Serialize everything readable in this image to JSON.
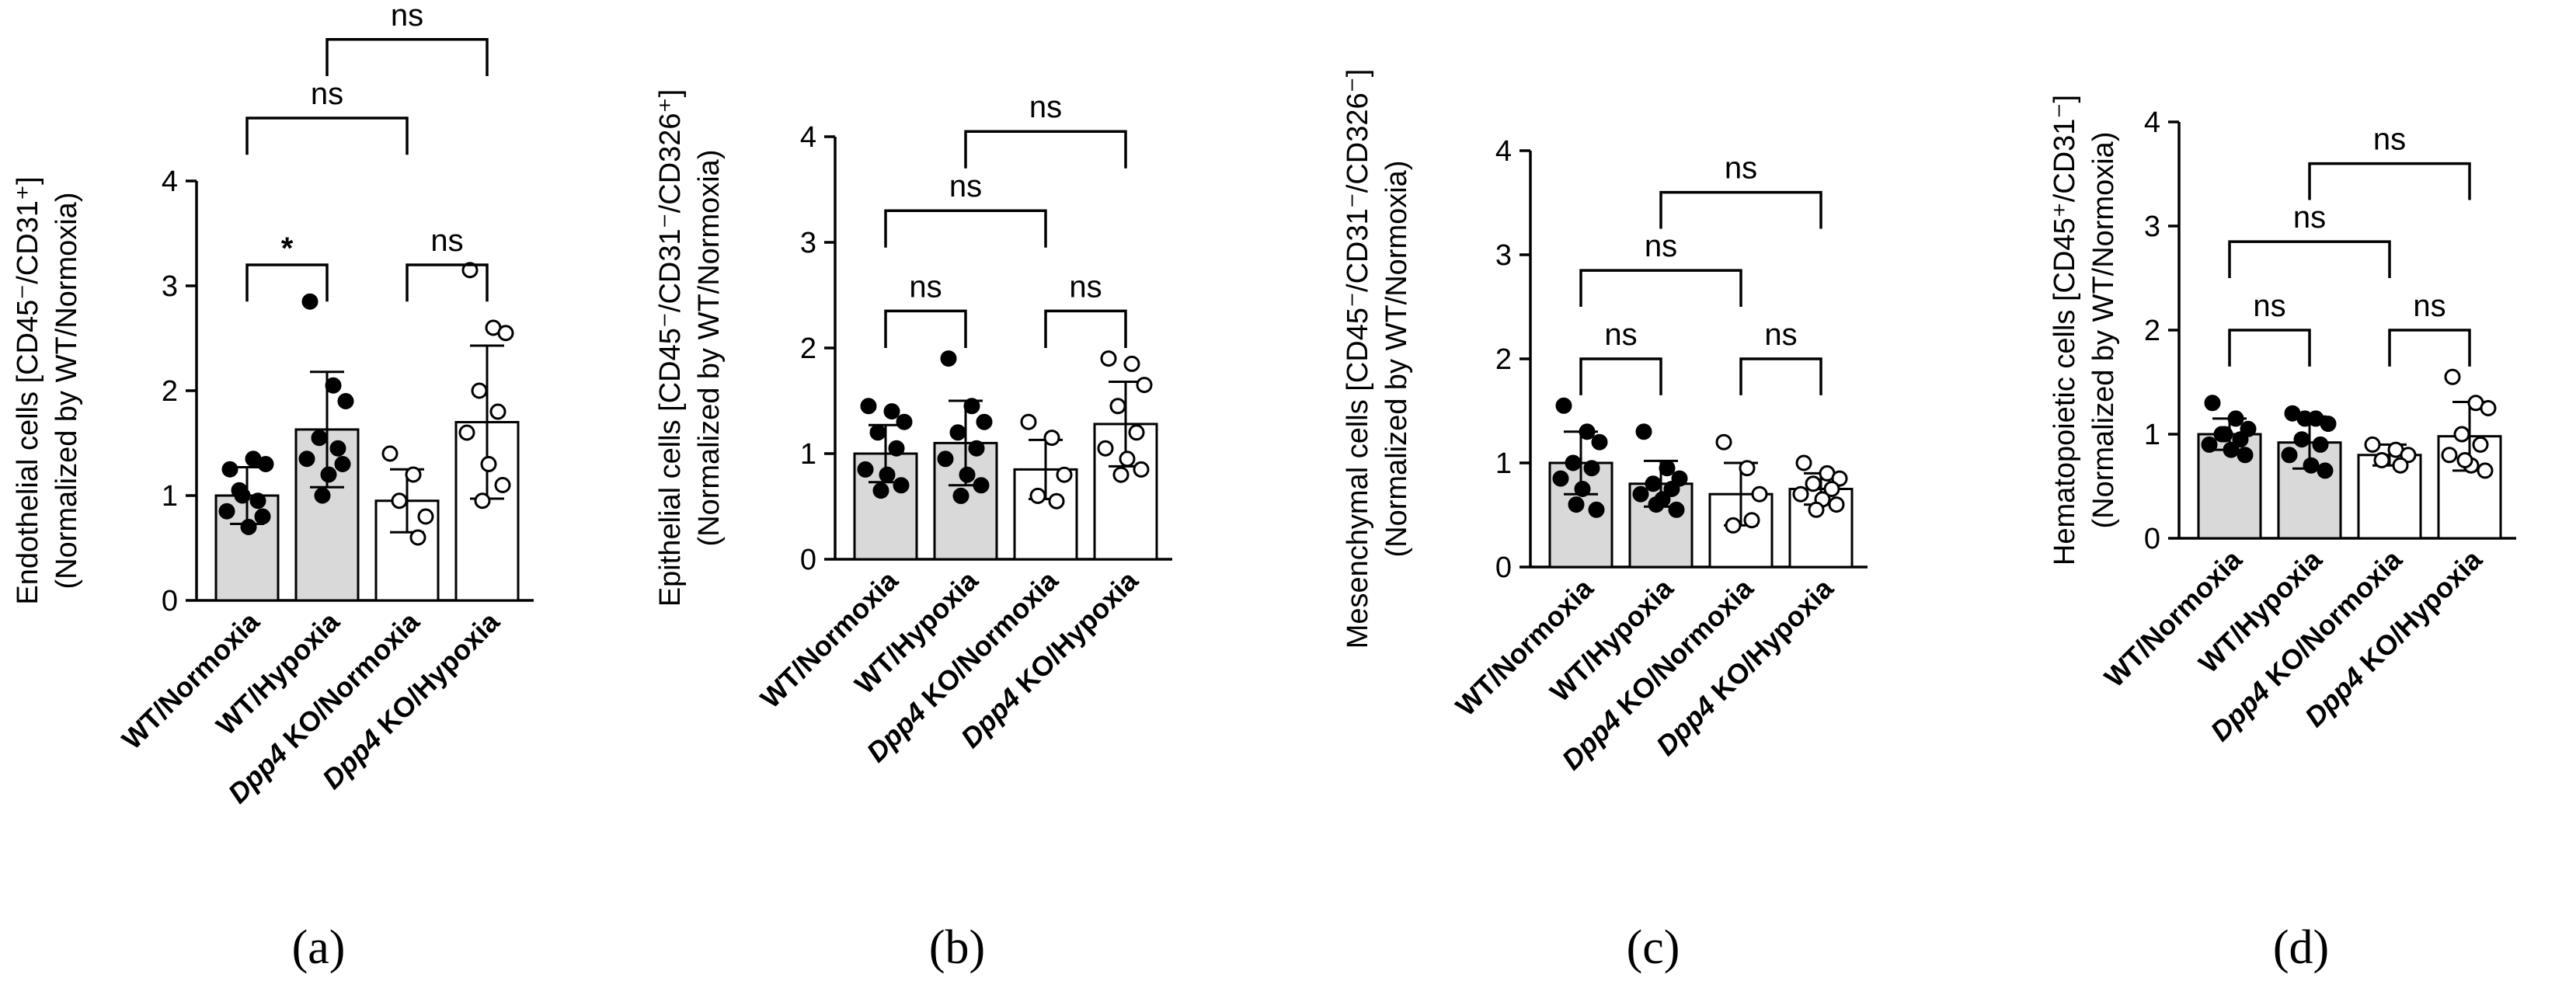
{
  "chart_data": [
    {
      "type": "bar",
      "panel": "(a)",
      "ylabel": "Endothelial cells [CD45⁻/CD31⁺]",
      "ylabel2": "(Normalized by WT/Normoxia)",
      "ylim": [
        0,
        4
      ],
      "yticks": [
        0,
        1,
        2,
        3,
        4
      ],
      "categories": [
        "WT/Normoxia",
        "WT/Hypoxia",
        "Dpp4 KO/Normoxia",
        "Dpp4 KO/Hypoxia"
      ],
      "values": [
        1.0,
        1.63,
        0.95,
        1.7
      ],
      "sd": [
        0.27,
        0.55,
        0.3,
        0.73
      ],
      "points": [
        [
          1.25,
          1.35,
          1.3,
          1.05,
          0.95,
          0.85,
          0.7,
          0.8,
          1.0
        ],
        [
          2.85,
          2.05,
          1.9,
          1.55,
          1.45,
          1.35,
          1.2,
          1.3,
          1.0
        ],
        [
          1.4,
          1.2,
          0.8,
          0.95,
          0.6
        ],
        [
          3.15,
          2.6,
          2.55,
          2.0,
          1.8,
          1.6,
          1.3,
          1.1,
          0.95
        ]
      ],
      "comparisons": [
        {
          "groups": [
            0,
            1
          ],
          "label": "*",
          "y": 3.2
        },
        {
          "groups": [
            2,
            3
          ],
          "label": "ns",
          "y": 3.2
        },
        {
          "groups": [
            0,
            2
          ],
          "label": "ns",
          "y": 4.6
        },
        {
          "groups": [
            1,
            3
          ],
          "label": "ns",
          "y": 5.35
        }
      ]
    },
    {
      "type": "bar",
      "panel": "(b)",
      "ylabel": "Epithelial cells [CD45⁻/CD31⁻/CD326⁺]",
      "ylabel2": "(Normalized by WT/Normoxia)",
      "ylim": [
        0,
        4
      ],
      "yticks": [
        0,
        1,
        2,
        3,
        4
      ],
      "categories": [
        "WT/Normoxia",
        "WT/Hypoxia",
        "Dpp4 KO/Normoxia",
        "Dpp4 KO/Hypoxia"
      ],
      "values": [
        1.0,
        1.1,
        0.85,
        1.28
      ],
      "sd": [
        0.27,
        0.4,
        0.28,
        0.4
      ],
      "points": [
        [
          1.45,
          1.4,
          1.3,
          1.2,
          1.05,
          0.85,
          0.8,
          0.7,
          0.65
        ],
        [
          1.9,
          1.45,
          1.3,
          1.2,
          1.05,
          0.95,
          0.8,
          0.7,
          0.6
        ],
        [
          1.3,
          1.15,
          0.8,
          0.6,
          0.55
        ],
        [
          1.9,
          1.85,
          1.65,
          1.45,
          1.2,
          1.05,
          0.95,
          0.85,
          0.8
        ]
      ],
      "comparisons": [
        {
          "groups": [
            0,
            1
          ],
          "label": "ns",
          "y": 2.35
        },
        {
          "groups": [
            2,
            3
          ],
          "label": "ns",
          "y": 2.35
        },
        {
          "groups": [
            0,
            2
          ],
          "label": "ns",
          "y": 3.3
        },
        {
          "groups": [
            1,
            3
          ],
          "label": "ns",
          "y": 4.05
        }
      ]
    },
    {
      "type": "bar",
      "panel": "(c)",
      "ylabel": "Mesenchymal cells [CD45⁻/CD31⁻/CD326⁻]",
      "ylabel2": "(Normalized by WT/Normoxia)",
      "ylim": [
        0,
        4
      ],
      "yticks": [
        0,
        1,
        2,
        3,
        4
      ],
      "categories": [
        "WT/Normoxia",
        "WT/Hypoxia",
        "Dpp4 KO/Normoxia",
        "Dpp4 KO/Hypoxia"
      ],
      "values": [
        1.0,
        0.8,
        0.7,
        0.75
      ],
      "sd": [
        0.3,
        0.22,
        0.3,
        0.15
      ],
      "points": [
        [
          1.55,
          1.3,
          1.2,
          1.0,
          0.95,
          0.85,
          0.75,
          0.55,
          0.6
        ],
        [
          1.3,
          0.95,
          0.85,
          0.8,
          0.75,
          0.7,
          0.65,
          0.55,
          0.6
        ],
        [
          1.2,
          0.95,
          0.7,
          0.4,
          0.45
        ],
        [
          1.0,
          0.9,
          0.85,
          0.8,
          0.75,
          0.7,
          0.65,
          0.6,
          0.55
        ]
      ],
      "comparisons": [
        {
          "groups": [
            0,
            1
          ],
          "label": "ns",
          "y": 2.0
        },
        {
          "groups": [
            2,
            3
          ],
          "label": "ns",
          "y": 2.0
        },
        {
          "groups": [
            0,
            2
          ],
          "label": "ns",
          "y": 2.85
        },
        {
          "groups": [
            1,
            3
          ],
          "label": "ns",
          "y": 3.6
        }
      ]
    },
    {
      "type": "bar",
      "panel": "(d)",
      "ylabel": "Hematopoietic cells [CD45⁺/CD31⁻]",
      "ylabel2": "(Normalized by WT/Normoxia)",
      "ylim": [
        0,
        4
      ],
      "yticks": [
        0,
        1,
        2,
        3,
        4
      ],
      "categories": [
        "WT/Normoxia",
        "WT/Hypoxia",
        "Dpp4 KO/Normoxia",
        "Dpp4 KO/Hypoxia"
      ],
      "values": [
        1.0,
        0.92,
        0.8,
        0.98
      ],
      "sd": [
        0.15,
        0.25,
        0.1,
        0.33
      ],
      "points": [
        [
          1.3,
          1.15,
          1.05,
          1.0,
          0.95,
          0.9,
          0.85,
          0.8,
          1.0
        ],
        [
          1.2,
          1.15,
          1.1,
          0.95,
          0.9,
          0.8,
          0.7,
          0.65,
          1.15
        ],
        [
          0.9,
          0.85,
          0.8,
          0.75,
          0.7
        ],
        [
          1.55,
          1.3,
          1.25,
          1.0,
          0.9,
          0.8,
          0.7,
          0.65,
          0.75
        ]
      ],
      "comparisons": [
        {
          "groups": [
            0,
            1
          ],
          "label": "ns",
          "y": 2.0
        },
        {
          "groups": [
            2,
            3
          ],
          "label": "ns",
          "y": 2.0
        },
        {
          "groups": [
            0,
            2
          ],
          "label": "ns",
          "y": 2.85
        },
        {
          "groups": [
            1,
            3
          ],
          "label": "ns",
          "y": 3.6
        }
      ]
    }
  ],
  "colors": {
    "wt_bar": "#d9d9d9",
    "ko_bar": "#ffffff",
    "axis": "#000000"
  }
}
